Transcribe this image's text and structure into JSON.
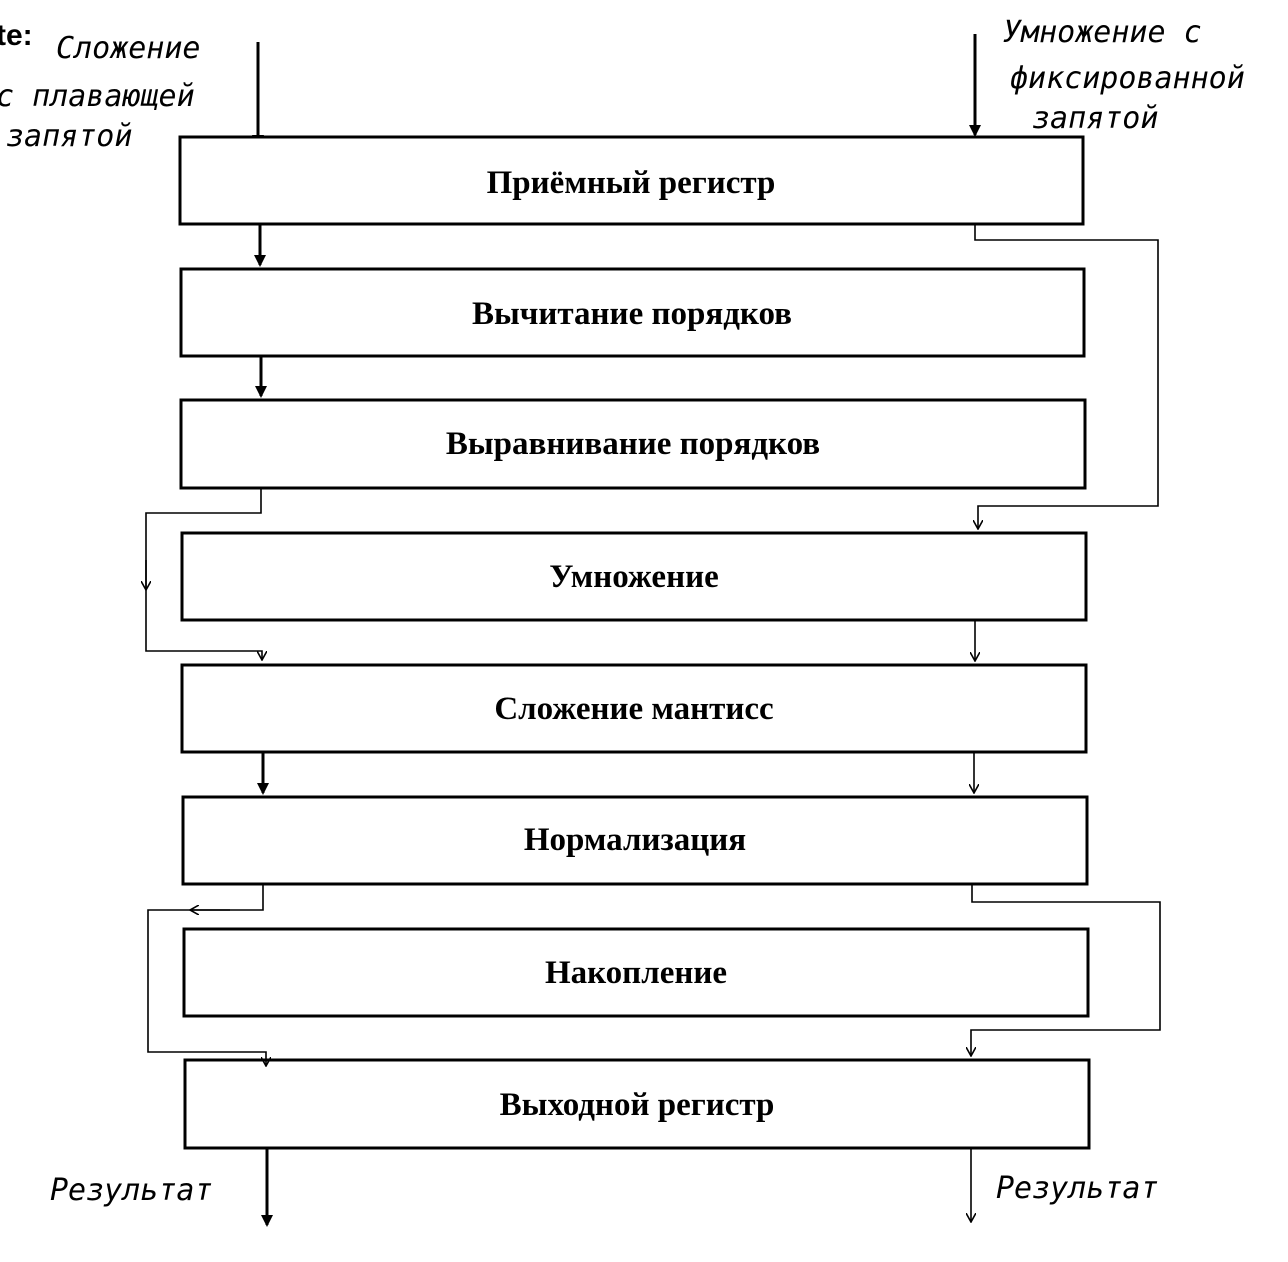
{
  "prefix_fragment": "te:",
  "input_left": {
    "lines": [
      "Сложение",
      "с плавающей",
      "запятой"
    ]
  },
  "input_right": {
    "lines": [
      "Умножение с",
      "фиксированной",
      "запятой"
    ]
  },
  "stages": [
    {
      "label": "Приёмный регистр"
    },
    {
      "label": "Вычитание порядков"
    },
    {
      "label": "Выравнивание порядков"
    },
    {
      "label": "Умножение"
    },
    {
      "label": "Сложение мантисс"
    },
    {
      "label": "Нормализация"
    },
    {
      "label": "Накопление"
    },
    {
      "label": "Выходной регистр"
    }
  ],
  "outputs": {
    "left": "Результат",
    "right": "Результат"
  }
}
